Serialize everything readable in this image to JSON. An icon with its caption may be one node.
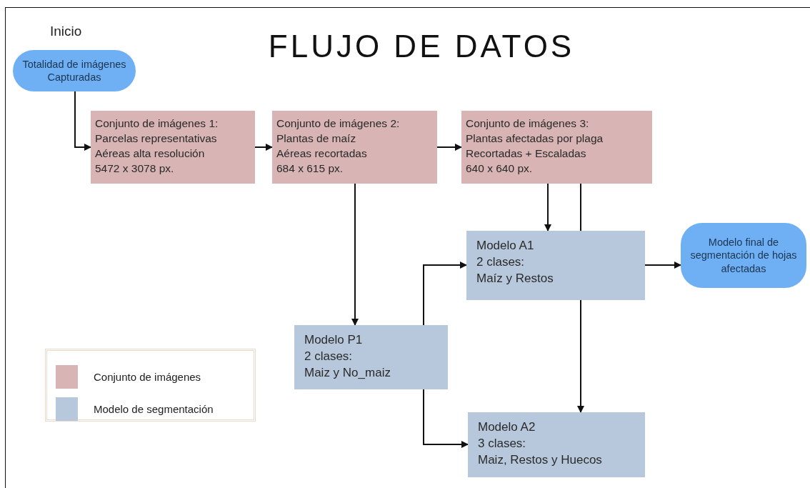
{
  "diagram": {
    "title": "FLUJO DE DATOS",
    "nodes": [
      {
        "text": [
          "Totalidad de imágenes Capturadas"
        ],
        "beside": [
          "Inicio"
        ]
      },
      {
        "text": [
          "Conjunto de imágenes 1:",
          "Parcelas representativas",
          "Aéreas alta resolución",
          "5472 x 3078 px."
        ]
      },
      {
        "text": [
          "Conjunto de imágenes 2:",
          "Plantas de maíz",
          "Aéreas recortadas",
          "684 x 615 px."
        ]
      },
      {
        "text": [
          "Conjunto de imágenes 3:",
          "Plantas afectadas por plaga",
          "Recortadas + Escaladas",
          "640 x 640 px."
        ]
      },
      {
        "text": [
          "Modelo A1",
          "2 clases:",
          "Maíz y Restos"
        ]
      },
      {
        "text": [
          "Modelo final de segmentación de hojas afectadas"
        ]
      },
      {
        "text": [
          "Modelo P1",
          "2 clases:",
          "Maiz y No_maiz"
        ]
      },
      {
        "text": [
          "Modelo A2",
          "3 clases:",
          "Maiz, Restos y Huecos"
        ]
      }
    ],
    "edges": [
      {
        "from": 0,
        "to": 1,
        "arrow": "to"
      },
      {
        "from": 1,
        "to": 2,
        "arrow": "to"
      },
      {
        "from": 2,
        "to": 3,
        "arrow": "to"
      },
      {
        "from": 2,
        "to": 6,
        "arrow": "to"
      },
      {
        "from": 3,
        "to": 4,
        "arrow": "to"
      },
      {
        "from": 3,
        "to": 4,
        "arrow": "none"
      },
      {
        "from": 4,
        "to": 7,
        "arrow": "to"
      },
      {
        "from": 4,
        "to": 5,
        "arrow": "to"
      },
      {
        "from": 6,
        "to": 4,
        "arrow": "to"
      },
      {
        "from": 6,
        "to": 7,
        "arrow": "to"
      }
    ],
    "legend": [
      {
        "text": "Conjunto de imágenes",
        "color": "#d8b4b5"
      },
      {
        "text": "Modelo de segmentación",
        "color": "#b7c8dc"
      }
    ]
  }
}
